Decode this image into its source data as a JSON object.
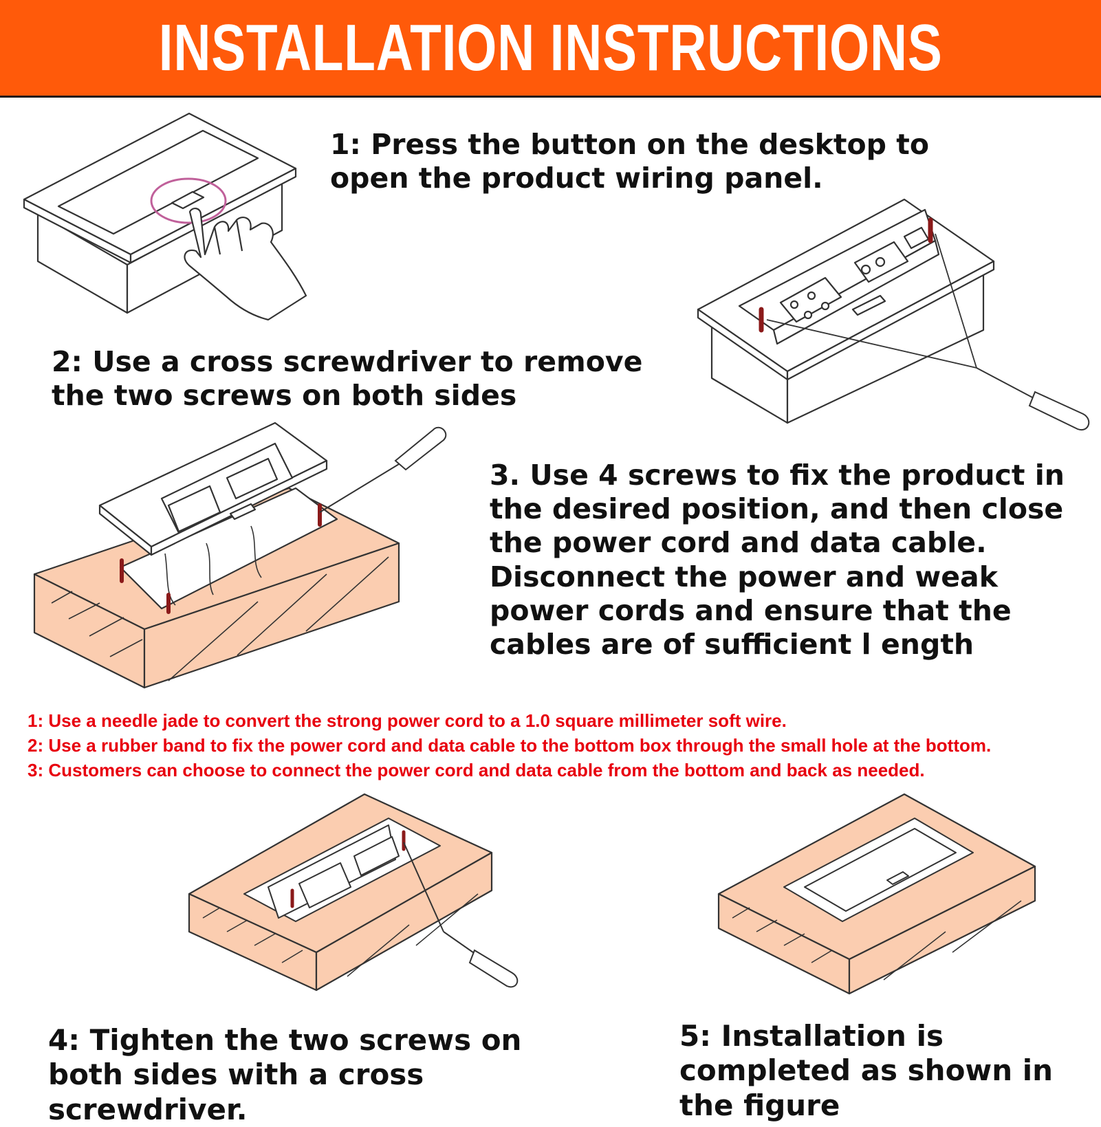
{
  "banner": {
    "title": "INSTALLATION INSTRUCTIONS"
  },
  "steps": [
    {
      "text": "1: Press the button on the desktop to open the product wiring panel."
    },
    {
      "text": "2: Use a cross screwdriver to remove the two screws on both sides"
    },
    {
      "text": "3. Use 4 screws to fix the product in the desired position, and then close the power cord and data cable. Disconnect the power and weak power cords and ensure that the cables are of sufficient l ength"
    },
    {
      "text": "4: Tighten the two screws on both sides with a cross screwdriver."
    },
    {
      "text": "5: Installation is completed as shown in the figure"
    }
  ],
  "notes": [
    "1: Use a needle jade to convert the strong power cord to a 1.0 square millimeter soft wire.",
    "2: Use a rubber band to fix the power cord and data cable to the bottom box through the small hole at the bottom.",
    "3: Customers can choose to connect the power cord and data cable from the bottom and back as needed."
  ],
  "colors": {
    "accent": "#ff5a0a",
    "note": "#e8000e",
    "wood": "#fbcdb0",
    "screw": "#8b1a1a",
    "highlight": "#c0609a"
  },
  "icons": [
    "pressing-hand-icon",
    "screwdriver-icon",
    "screw-icon",
    "socket-icon"
  ]
}
